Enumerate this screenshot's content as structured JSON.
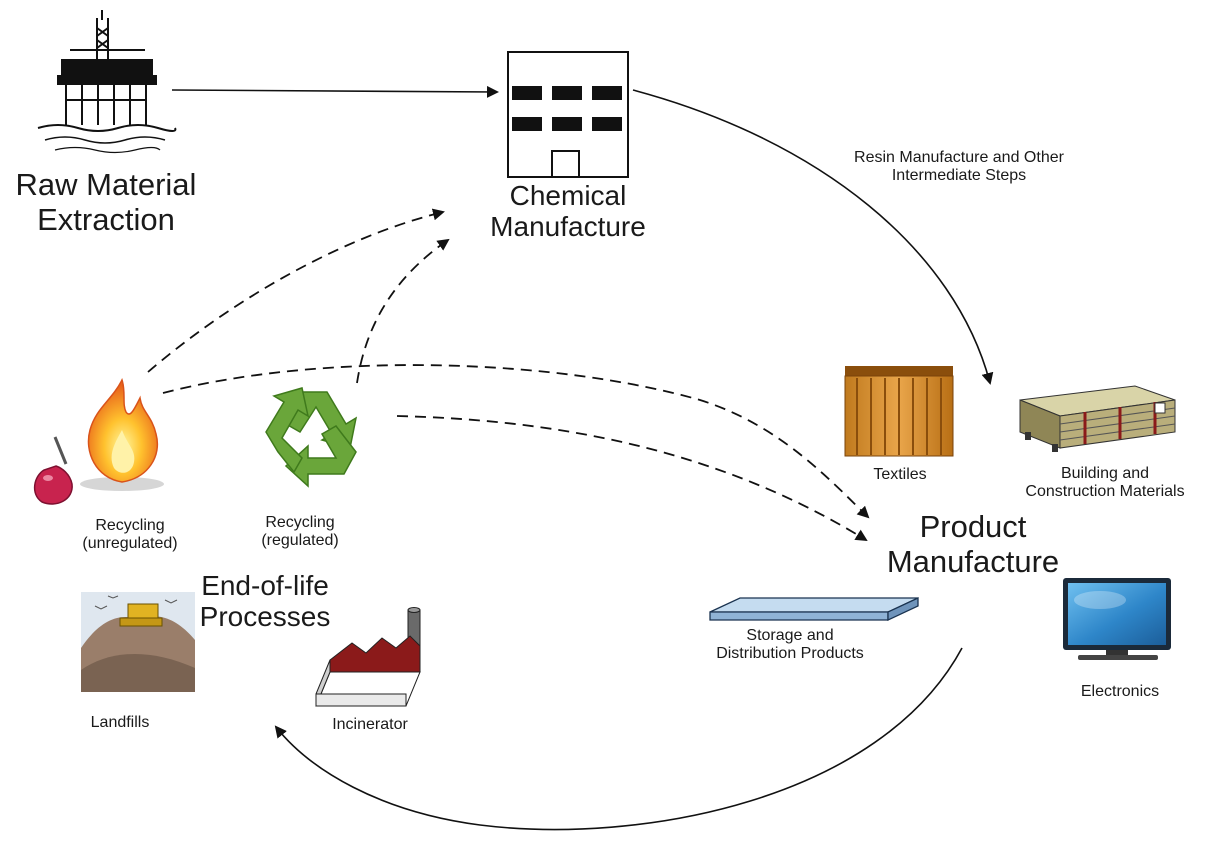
{
  "diagram": {
    "nodes": {
      "raw_material": {
        "line1": "Raw Material",
        "line2": "Extraction",
        "icon": "oil-rig-icon"
      },
      "chemical": {
        "line1": "Chemical",
        "line2": "Manufacture",
        "icon": "factory-building-icon"
      },
      "product": {
        "line1": "Product",
        "line2": "Manufacture"
      },
      "end_of_life": {
        "line1": "End-of-life",
        "line2": "Processes"
      }
    },
    "edge_labels": {
      "resin": {
        "line1": "Resin Manufacture and Other",
        "line2": "Intermediate Steps"
      }
    },
    "products": {
      "textiles": {
        "label": "Textiles",
        "icon": "curtain-icon"
      },
      "building": {
        "line1": "Building and",
        "line2": "Construction Materials",
        "icon": "lumber-stack-icon"
      },
      "storage": {
        "line1": "Storage and",
        "line2": "Distribution Products",
        "icon": "pallet-icon"
      },
      "electronics": {
        "label": "Electronics",
        "icon": "monitor-icon"
      }
    },
    "end_of_life_items": {
      "recycling_unregulated": {
        "line1": "Recycling",
        "line2": "(unregulated)",
        "icon": "fire-flask-icon"
      },
      "recycling_regulated": {
        "line1": "Recycling",
        "line2": "(regulated)",
        "icon": "recycle-icon"
      },
      "landfills": {
        "label": "Landfills",
        "icon": "landfill-icon"
      },
      "incinerator": {
        "label": "Incinerator",
        "icon": "incinerator-icon"
      }
    },
    "colors": {
      "recycle_green": "#6aa63a",
      "flame_orange": "#f39a1c",
      "factory_roof": "#8b1a1a",
      "screen_blue": "#2e86c9"
    }
  }
}
